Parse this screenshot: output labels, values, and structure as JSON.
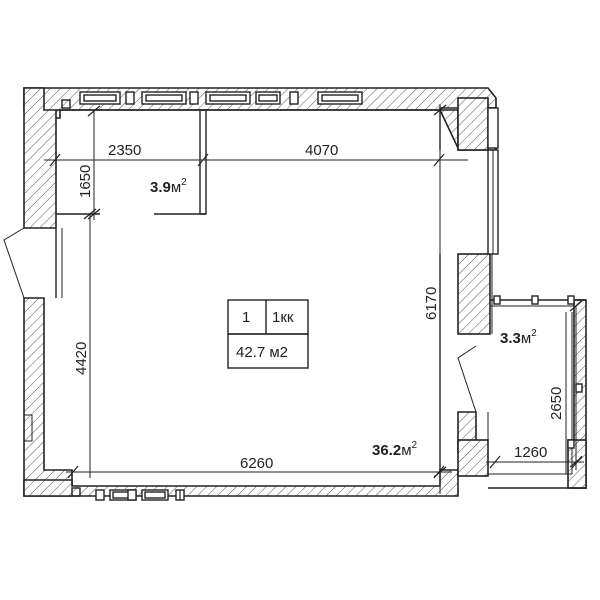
{
  "apartment": {
    "number": "1",
    "type": "1кк",
    "total_area": "42.7 м2"
  },
  "rooms": {
    "bathroom_area": "3.9",
    "main_area": "36.2",
    "balcony_area": "3.3",
    "area_unit": "м",
    "area_sup": "2"
  },
  "dimensions": {
    "top_left": "2350",
    "top_right": "4070",
    "left_upper": "1650",
    "left_lower": "4420",
    "right_tall": "6170",
    "bottom": "6260",
    "balcony_height": "2650",
    "balcony_width": "1260"
  }
}
